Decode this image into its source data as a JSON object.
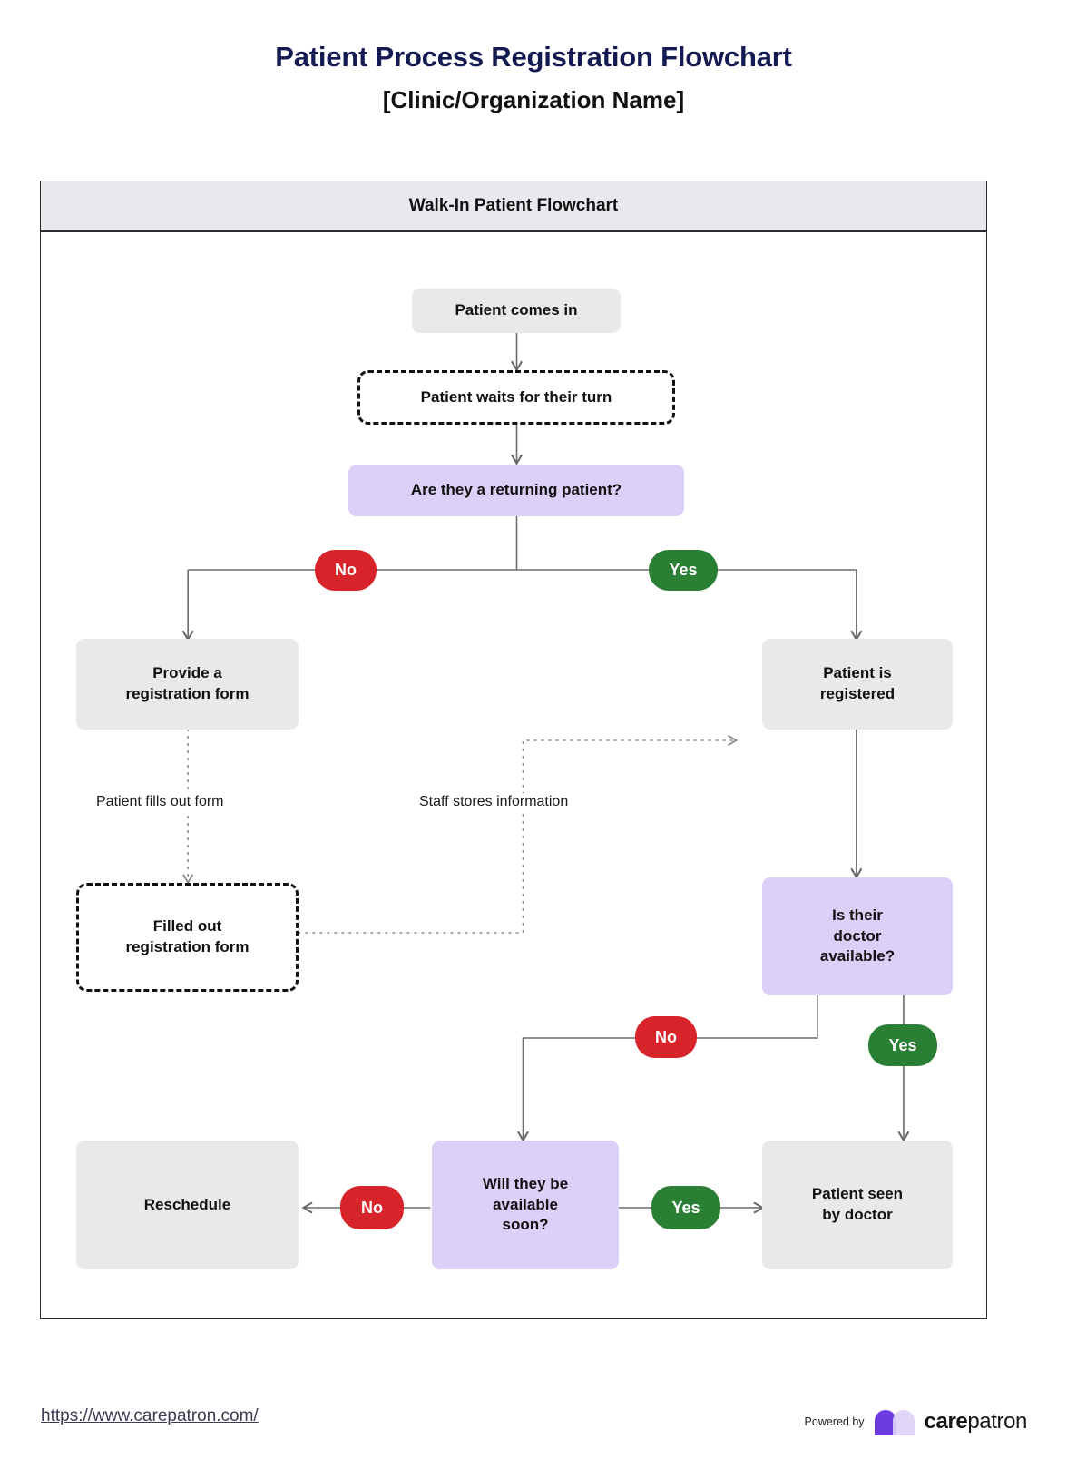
{
  "document": {
    "title": "Patient Process Registration Flowchart",
    "subtitle": "[Clinic/Organization Name]"
  },
  "panel": {
    "header": "Walk-In Patient Flowchart"
  },
  "nodes": {
    "patient_comes_in": "Patient comes in",
    "patient_waits": "Patient waits for their turn",
    "returning_patient": "Are they a returning patient?",
    "provide_form": "Provide a\nregistration form",
    "patient_registered": "Patient is\nregistered",
    "filled_form": "Filled out\nregistration form",
    "doctor_available": "Is their\ndoctor\navailable?",
    "available_soon": "Will they be\navailable\nsoon?",
    "reschedule": "Reschedule",
    "patient_seen": "Patient seen\nby doctor"
  },
  "badges": {
    "returning_no": "No",
    "returning_yes": "Yes",
    "doctor_no": "No",
    "doctor_yes": "Yes",
    "soon_no": "No",
    "soon_yes": "Yes"
  },
  "edge_labels": {
    "patient_fills": "Patient fills out form",
    "staff_stores": "Staff stores information"
  },
  "footer": {
    "url": "https://www.carepatron.com/",
    "powered_by": "Powered by",
    "brand_bold": "care",
    "brand_light": "patron"
  },
  "colors": {
    "title": "#141a52",
    "node_gray": "#e9e9e9",
    "node_purple": "#dcd0f8",
    "badge_no": "#d7242a",
    "badge_yes": "#2a7f35",
    "panel_header": "#e8e8ee",
    "logo_purple_dark": "#6d3ce0",
    "logo_purple_light": "#ddd2f7"
  }
}
